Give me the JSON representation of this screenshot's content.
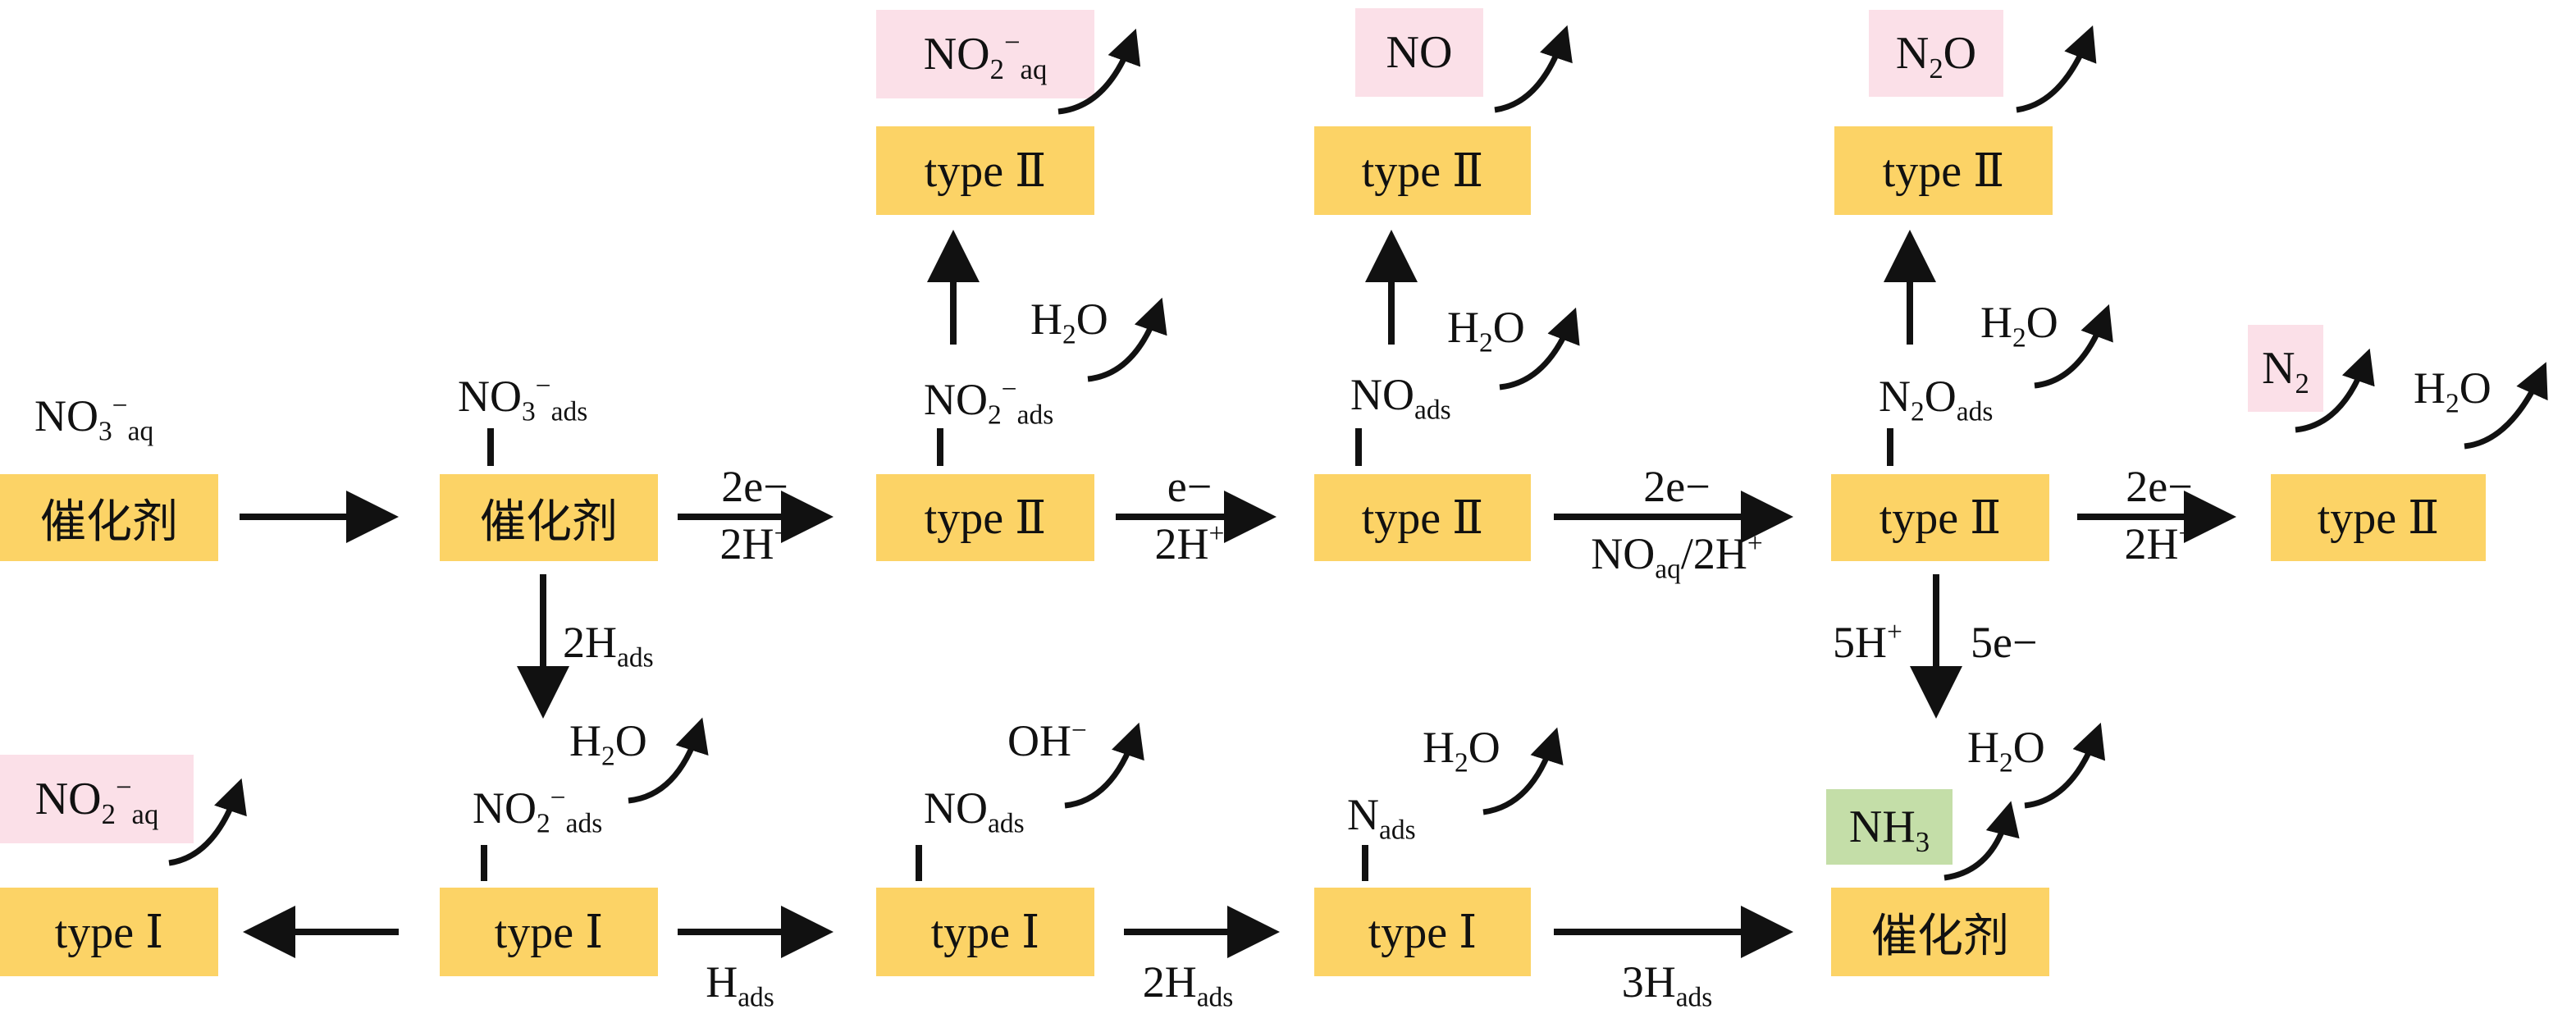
{
  "catalyst": "催化剂",
  "type2": "type Ⅱ",
  "type1": "type Ⅰ",
  "species": {
    "no3_aq": {
      "base": "NO",
      "n": "3",
      "ch": "−",
      "ph": "aq"
    },
    "no3_ads": {
      "base": "NO",
      "n": "3",
      "ch": "−",
      "ph": "ads"
    },
    "no2_ads": {
      "base": "NO",
      "n": "2",
      "ch": "−",
      "ph": "ads"
    },
    "no2_aq": {
      "base": "NO",
      "n": "2",
      "ch": "−",
      "ph": "aq"
    },
    "no_ads": {
      "base": "NO",
      "ph": "ads"
    },
    "n2o_ads": {
      "pre": "N",
      "n": "2",
      "base": "O",
      "ph": "ads"
    },
    "n_ads": {
      "base": "N",
      "ph": "ads"
    }
  },
  "products": {
    "no2_aq": "NO2− aq",
    "no": "NO",
    "n2o": "N2O",
    "n2": "N2",
    "nh3": "NH3",
    "h2o": "H2O",
    "oh": "OH−"
  },
  "labels": {
    "e2_2h": {
      "top": "2e−",
      "bottom": "2H+"
    },
    "e_2h": {
      "top": "e−",
      "bottom": "2H+"
    },
    "e2_noaq": {
      "top": "2e−",
      "bottom": "NOaq/2H+"
    },
    "e2_2h_b": {
      "top": "2e−",
      "bottom": "2H+"
    },
    "h5": "5H+",
    "e5": "5e−",
    "h2ads": "2Hads",
    "hads": "Hads",
    "h2ads_b": "2Hads",
    "h3ads": "3Hads"
  },
  "colors": {
    "box": "#fcd366",
    "pink": "#fbe0e8",
    "green": "#c4dea8",
    "arrow": "#111111"
  }
}
